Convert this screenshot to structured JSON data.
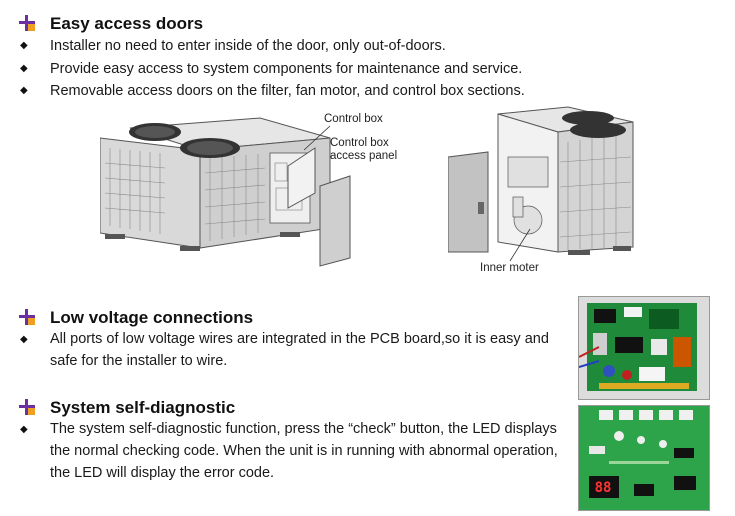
{
  "sections": [
    {
      "title": "Easy access doors",
      "bullets": [
        "Installer no need to enter inside of the door, only out-of-doors.",
        "Provide easy access to system components for maintenance and service.",
        "Removable access doors on the filter, fan motor, and control box sections."
      ]
    },
    {
      "title": "Low voltage connections",
      "bullets": [
        "All ports of low voltage wires are integrated in the PCB board,so it is easy and safe for the installer to wire."
      ]
    },
    {
      "title": "System self-diagnostic",
      "bullets": [
        "The system self-diagnostic function, press the “check” button, the LED displays the normal checking code. When the unit is in running with abnormal operation, the LED will display the error code."
      ]
    }
  ],
  "diagram_labels": {
    "control_box": "Control box",
    "control_box_panel_line1": "Control box",
    "control_box_panel_line2": "access panel",
    "inner_motor": "Inner moter"
  },
  "led_display": "88",
  "icons": {
    "heading": "pin-icon",
    "bullet": "diamond-icon"
  },
  "colors": {
    "heading_icon_purple": "#6b2fa0",
    "heading_icon_orange": "#f0a020",
    "pcb_green": "#1f8a3a",
    "pcb_board_green": "#2da34a"
  }
}
